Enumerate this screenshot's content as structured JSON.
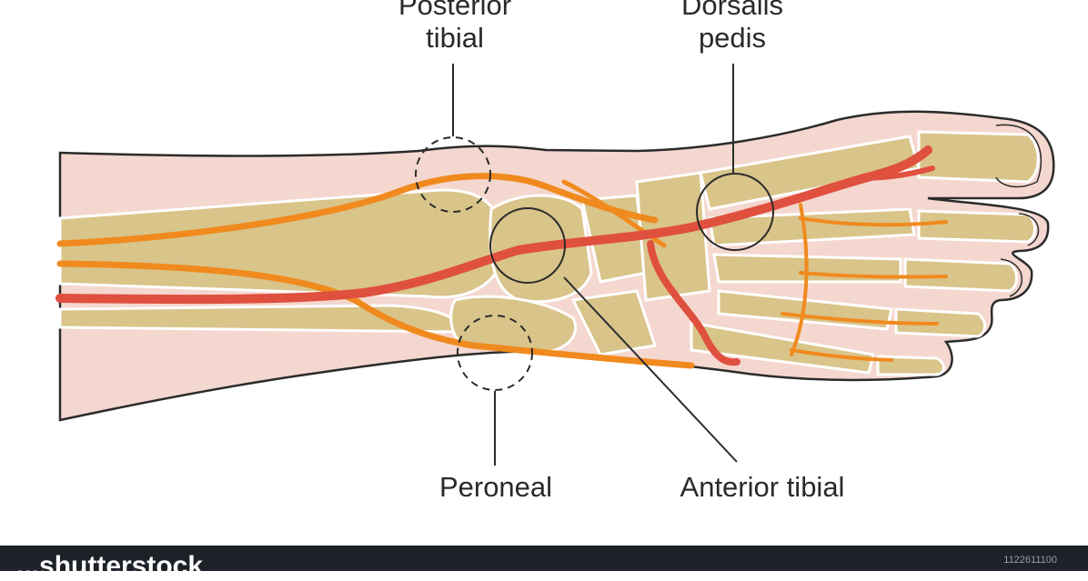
{
  "labels": {
    "posterior_tibial": [
      "Posterior",
      "tibial"
    ],
    "dorsalis_pedis": [
      "Dorsalis",
      "pedis"
    ],
    "peroneal": "Peroneal",
    "anterior_tibial": "Anterior tibial"
  },
  "footer": {
    "text": "...shutterstock",
    "id": "1122611100"
  },
  "colors": {
    "skin": "#f4d7cf",
    "bone": "#d9c48a",
    "artery": "#e0503f",
    "vessel_orange": "#f08a1e",
    "outline": "#2b2b2b",
    "footer_bg": "#1d2128"
  }
}
